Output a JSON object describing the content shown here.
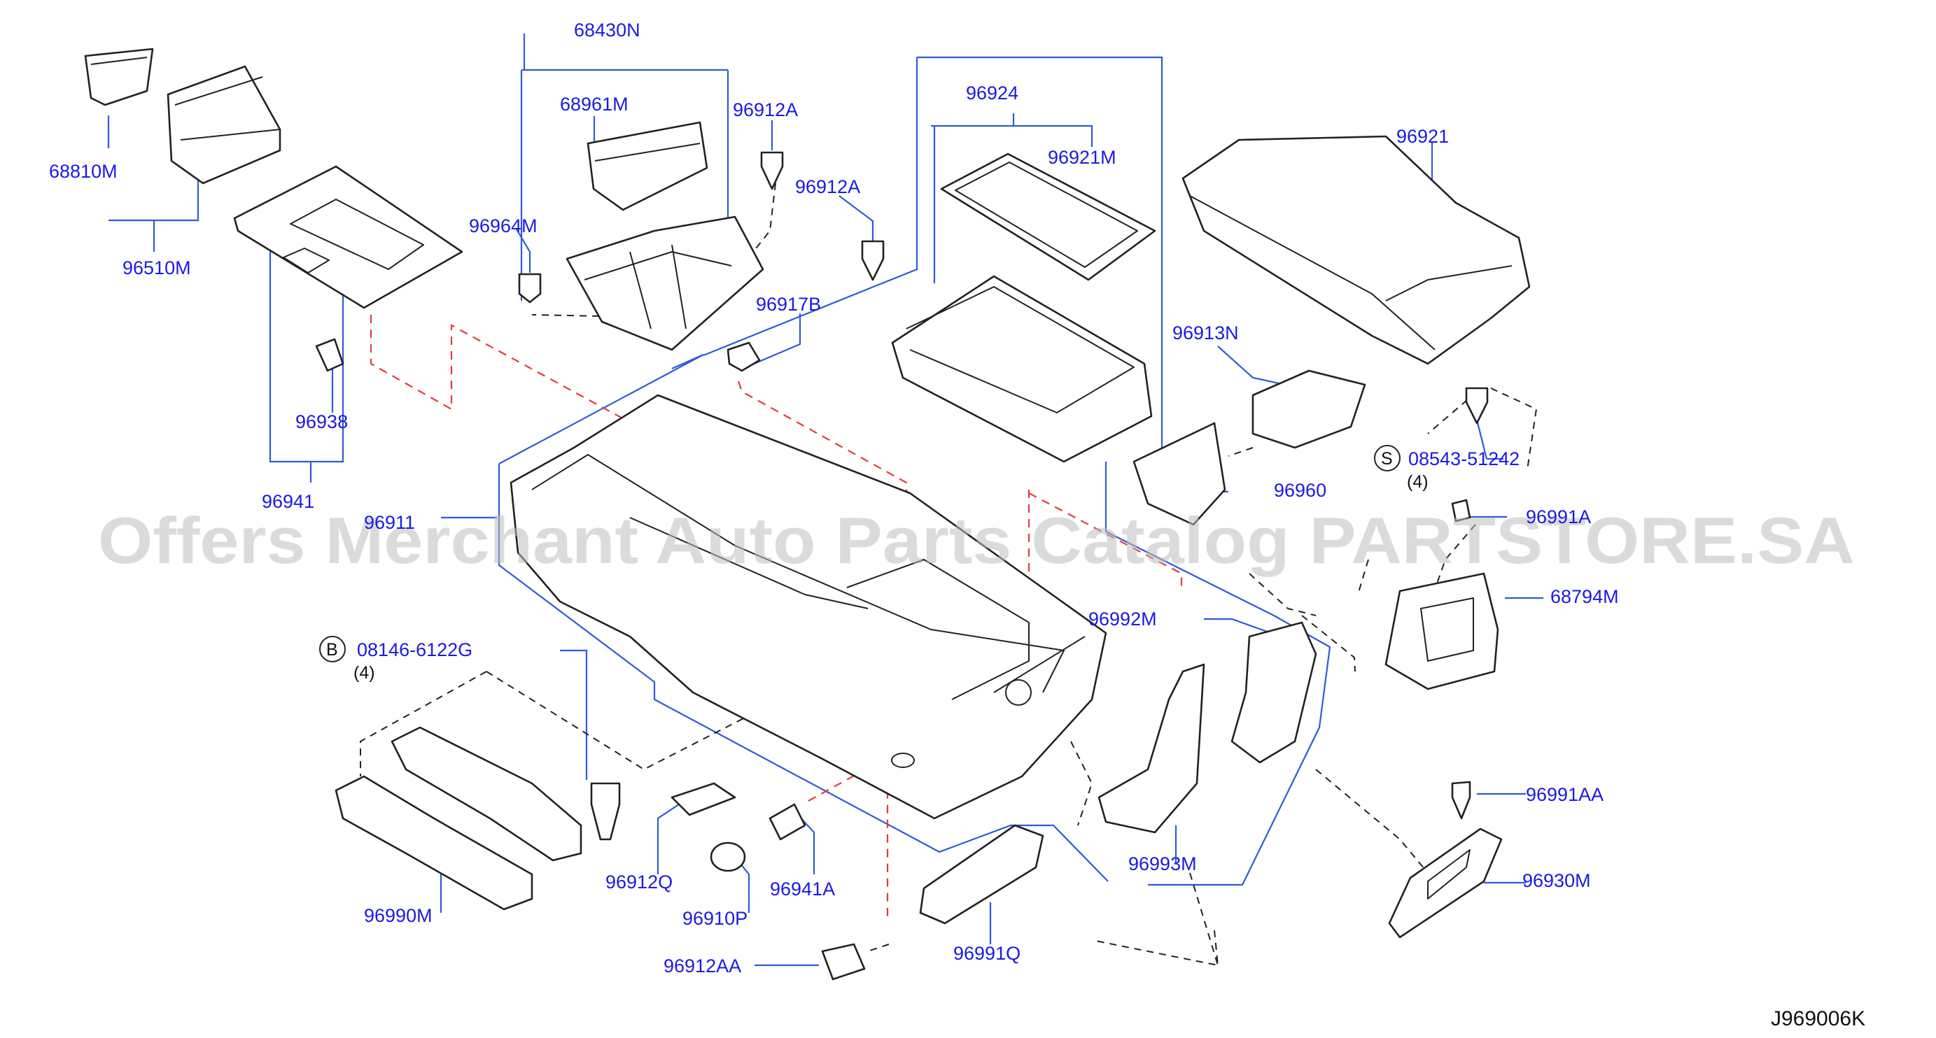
{
  "diagram_code": "J969006K",
  "watermark": "Offers Merchant Auto Parts Catalog PARTSTORE.SA",
  "colors": {
    "label": "#1a1ae6",
    "leader": "#2f5ad8",
    "guide_red": "#e23b3b",
    "line": "#222222",
    "watermark": "#bdbdbd"
  },
  "labels": {
    "l68430N": "68430N",
    "l68961M": "68961M",
    "l96912A_1": "96912A",
    "l96912A_2": "96912A",
    "l96964M": "96964M",
    "l96917B": "96917B",
    "l68810M": "68810M",
    "l96510M": "96510M",
    "l96938": "96938",
    "l96941": "96941",
    "l96911": "96911",
    "l96924": "96924",
    "l96921M": "96921M",
    "l96921": "96921",
    "l96913N": "96913N",
    "l08543": "08543-51242",
    "l96960": "96960",
    "l96991A": "96991A",
    "l68794M": "68794M",
    "l96992M": "96992M",
    "l08146": "08146-6122G",
    "l96993M": "96993M",
    "l96991AA": "96991AA",
    "l96930M": "96930M",
    "l96912Q": "96912Q",
    "l96990M": "96990M",
    "l96941A": "96941A",
    "l96910P": "96910P",
    "l96912AA": "96912AA",
    "l96991Q": "96991Q"
  },
  "symbols": {
    "s_letter": "S",
    "s_qty": "(4)",
    "b_letter": "B",
    "b_qty": "(4)"
  }
}
